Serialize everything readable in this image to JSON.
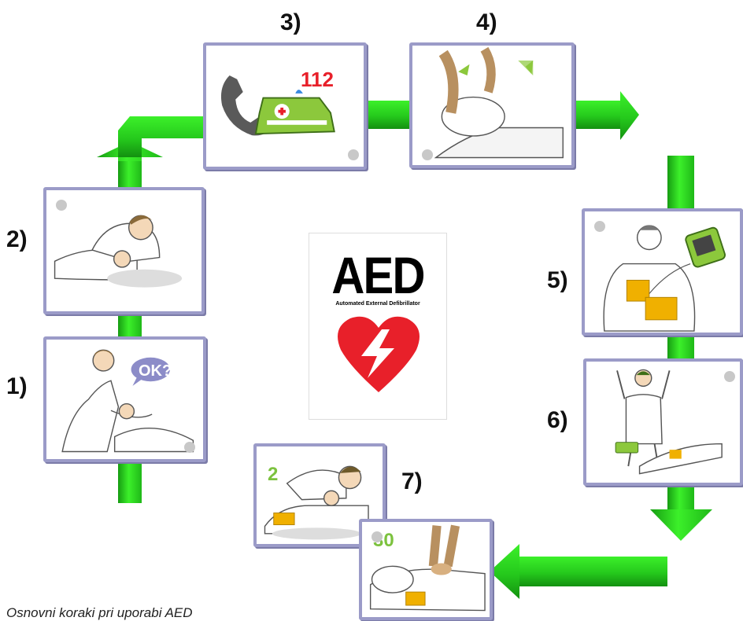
{
  "steps": [
    {
      "label": "1)"
    },
    {
      "label": "2)"
    },
    {
      "label": "3)"
    },
    {
      "label": "4)"
    },
    {
      "label": "5)"
    },
    {
      "label": "6)"
    },
    {
      "label": "7)"
    }
  ],
  "panel_texts": {
    "ok_question": "OK?",
    "emergency_number": "112",
    "breaths": "2",
    "compressions": "30"
  },
  "aed": {
    "title": "AED",
    "subtitle": "Automated External Defibrillator"
  },
  "caption": "Osnovni koraki pri uporabi AED",
  "colors": {
    "arrow_green": "#33dd22",
    "arrow_dark": "#169c12",
    "panel_border": "#9b9bc8",
    "heart_red": "#e8202a",
    "pad_yellow": "#f0b000"
  },
  "icons": [
    "arrow-icon",
    "phone-icon",
    "ambulance-icon",
    "heart-icon",
    "lightning-icon",
    "defibrillator-icon"
  ]
}
